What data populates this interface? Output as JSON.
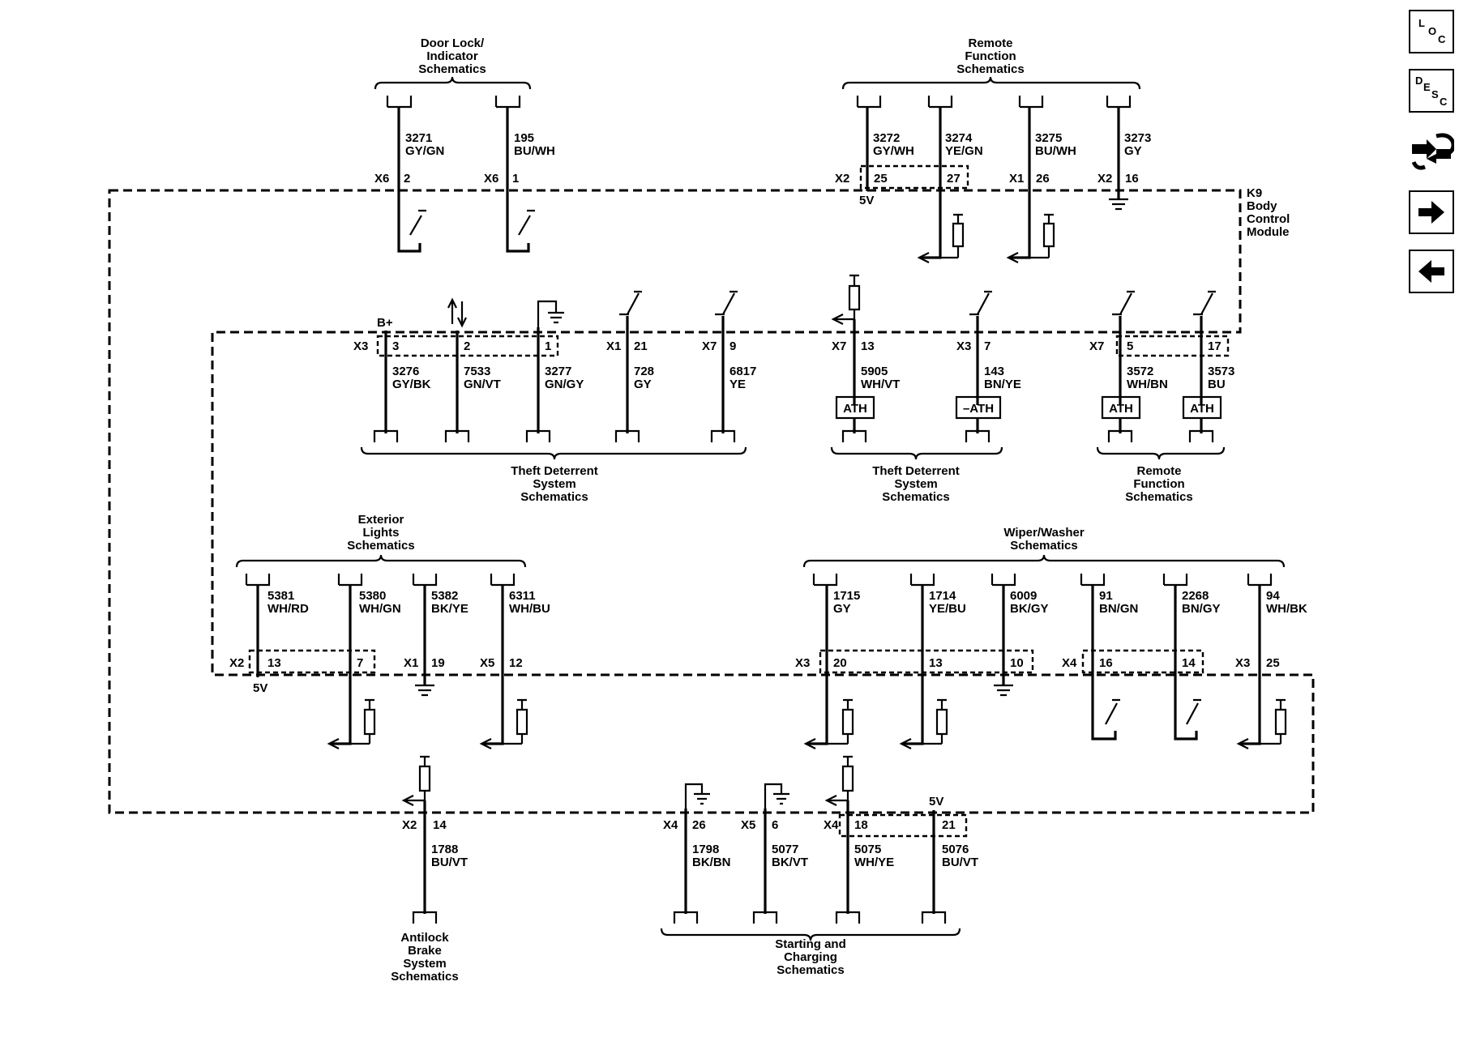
{
  "module": {
    "id": "K9",
    "name_lines": [
      "Body",
      "Control",
      "Module"
    ]
  },
  "groups": {
    "door_lock": [
      "Door Lock/",
      "Indicator",
      "Schematics"
    ],
    "remote_top": [
      "Remote",
      "Function",
      "Schematics"
    ],
    "theft1": [
      "Theft Deterrent",
      "System",
      "Schematics"
    ],
    "theft2": [
      "Theft Deterrent",
      "System",
      "Schematics"
    ],
    "remote_mid": [
      "Remote",
      "Function",
      "Schematics"
    ],
    "exterior": [
      "Exterior",
      "Lights",
      "Schematics"
    ],
    "wiper": [
      "Wiper/Washer",
      "Schematics"
    ],
    "abs": [
      "Antilock",
      "Brake",
      "System",
      "Schematics"
    ],
    "starting": [
      "Starting and",
      "Charging",
      "Schematics"
    ]
  },
  "circuits": {
    "c3271": {
      "conn": "X6",
      "pin": "2",
      "num": "3271",
      "color": "GY/GN"
    },
    "c195": {
      "conn": "X6",
      "pin": "1",
      "num": "195",
      "color": "BU/WH"
    },
    "c3272": {
      "conn": "X2",
      "pin": "25",
      "num": "3272",
      "color": "GY/WH"
    },
    "c3274": {
      "conn": "",
      "pin": "27",
      "num": "3274",
      "color": "YE/GN"
    },
    "c3275": {
      "conn": "X1",
      "pin": "26",
      "num": "3275",
      "color": "BU/WH"
    },
    "c3273": {
      "conn": "X2",
      "pin": "16",
      "num": "3273",
      "color": "GY"
    },
    "c3276": {
      "conn": "X3",
      "pin": "3",
      "num": "3276",
      "color": "GY/BK"
    },
    "c7533": {
      "conn": "",
      "pin": "2",
      "num": "7533",
      "color": "GN/VT"
    },
    "c3277": {
      "conn": "",
      "pin": "1",
      "num": "3277",
      "color": "GN/GY"
    },
    "c728": {
      "conn": "X1",
      "pin": "21",
      "num": "728",
      "color": "GY"
    },
    "c6817": {
      "conn": "X7",
      "pin": "9",
      "num": "6817",
      "color": "YE"
    },
    "c5905": {
      "conn": "X7",
      "pin": "13",
      "num": "5905",
      "color": "WH/VT"
    },
    "c143": {
      "conn": "X3",
      "pin": "7",
      "num": "143",
      "color": "BN/YE"
    },
    "c3572": {
      "conn": "X7",
      "pin": "5",
      "num": "3572",
      "color": "WH/BN"
    },
    "c3573": {
      "conn": "",
      "pin": "17",
      "num": "3573",
      "color": "BU"
    },
    "c5381": {
      "conn": "X2",
      "pin": "13",
      "num": "5381",
      "color": "WH/RD"
    },
    "c5380": {
      "conn": "",
      "pin": "7",
      "num": "5380",
      "color": "WH/GN"
    },
    "c5382": {
      "conn": "X1",
      "pin": "19",
      "num": "5382",
      "color": "BK/YE"
    },
    "c6311": {
      "conn": "X5",
      "pin": "12",
      "num": "6311",
      "color": "WH/BU"
    },
    "c1715": {
      "conn": "X3",
      "pin": "20",
      "num": "1715",
      "color": "GY"
    },
    "c1714": {
      "conn": "",
      "pin": "13",
      "num": "1714",
      "color": "YE/BU"
    },
    "c6009": {
      "conn": "",
      "pin": "10",
      "num": "6009",
      "color": "BK/GY"
    },
    "c91": {
      "conn": "X4",
      "pin": "16",
      "num": "91",
      "color": "BN/GN"
    },
    "c2268": {
      "conn": "",
      "pin": "14",
      "num": "2268",
      "color": "BN/GY"
    },
    "c94": {
      "conn": "X3",
      "pin": "25",
      "num": "94",
      "color": "WH/BK"
    },
    "c1788": {
      "conn": "X2",
      "pin": "14",
      "num": "1788",
      "color": "BU/VT"
    },
    "c1798": {
      "conn": "X4",
      "pin": "26",
      "num": "1798",
      "color": "BK/BN"
    },
    "c5077": {
      "conn": "X5",
      "pin": "6",
      "num": "5077",
      "color": "BK/VT"
    },
    "c5075": {
      "conn": "X4",
      "pin": "18",
      "num": "5075",
      "color": "WH/YE"
    },
    "c5076": {
      "conn": "",
      "pin": "21",
      "num": "5076",
      "color": "BU/VT"
    }
  },
  "labels": {
    "five_v_a": "5V",
    "five_v_b": "5V",
    "five_v_c": "5V",
    "bplus": "B+",
    "ath_a": "ATH",
    "ath_b": "–ATH",
    "ath_c": "ATH",
    "ath_d": "ATH"
  },
  "nav": {
    "loc": {
      "chars": [
        "L",
        "O",
        "C"
      ],
      "icon": "loc-icon"
    },
    "desc": {
      "chars": [
        "D",
        "E",
        "S",
        "C"
      ],
      "icon": "desc-icon"
    },
    "connector": {
      "icon": "connector-icon"
    },
    "next": {
      "icon": "arrow-right-icon"
    },
    "prev": {
      "icon": "arrow-left-icon"
    }
  }
}
